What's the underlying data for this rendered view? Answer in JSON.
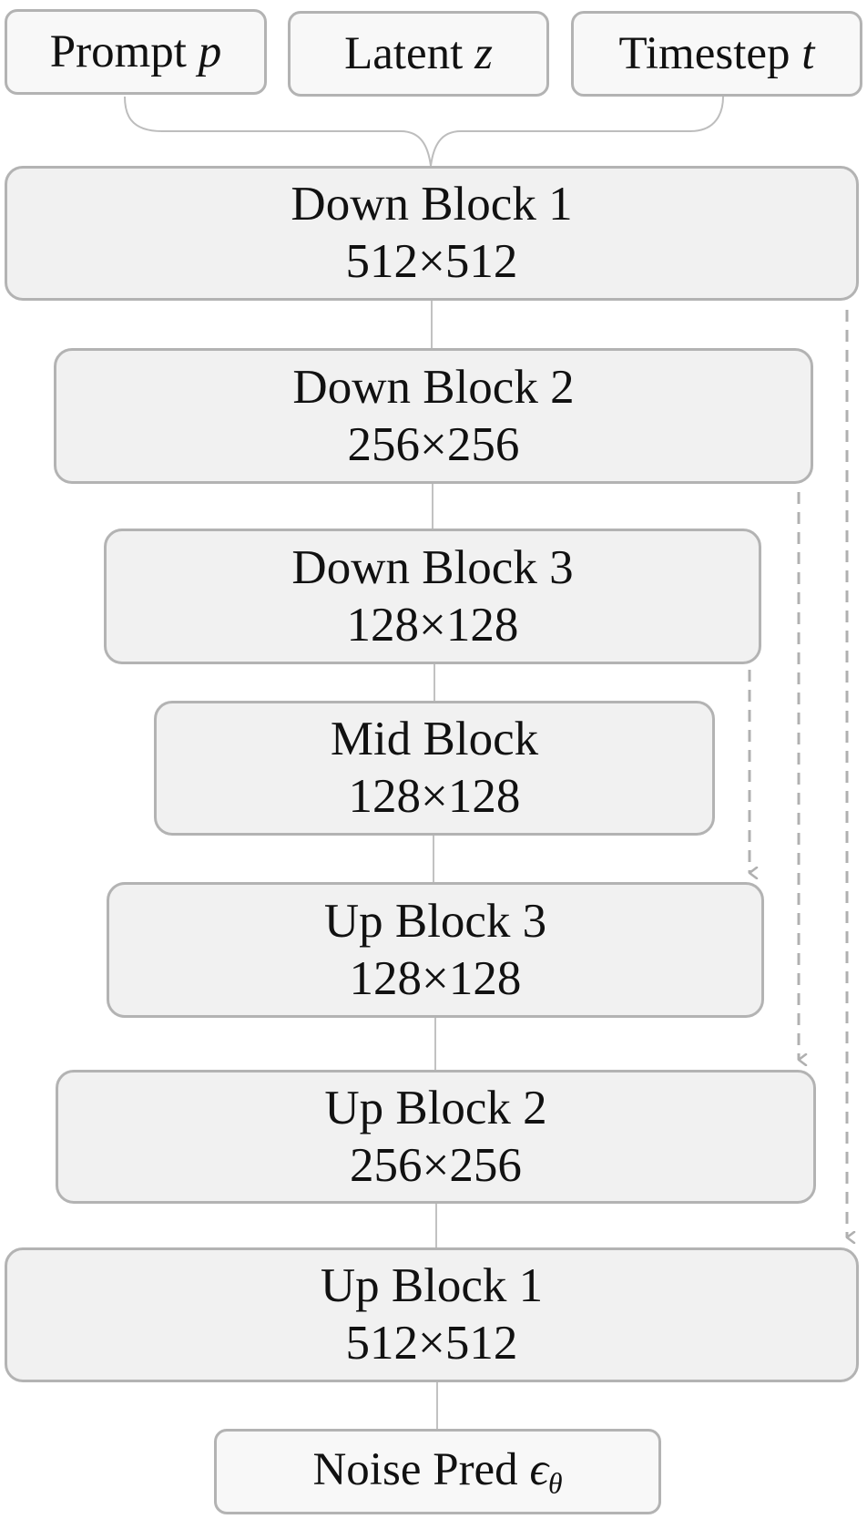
{
  "inputs": {
    "prompt": {
      "label": "Prompt",
      "var": "p"
    },
    "latent": {
      "label": "Latent",
      "var": "z"
    },
    "timestep": {
      "label": "Timestep",
      "var": "t"
    }
  },
  "blocks": {
    "down1": {
      "name": "Down Block 1",
      "size": "512×512"
    },
    "down2": {
      "name": "Down Block 2",
      "size": "256×256"
    },
    "down3": {
      "name": "Down Block 3",
      "size": "128×128"
    },
    "mid": {
      "name": "Mid Block",
      "size": "128×128"
    },
    "up3": {
      "name": "Up Block 3",
      "size": "128×128"
    },
    "up2": {
      "name": "Up Block 2",
      "size": "256×256"
    },
    "up1": {
      "name": "Up Block 1",
      "size": "512×512"
    }
  },
  "output": {
    "label": "Noise Pred",
    "symbol": "ϵ",
    "subscript": "θ"
  },
  "colors": {
    "border": "#b3b3b3",
    "block_fill": "#f1f1f1",
    "io_fill": "#f8f8f8",
    "connector": "#bdbdbd",
    "skip_arrow": "#b0b0b0",
    "text": "#111111"
  }
}
